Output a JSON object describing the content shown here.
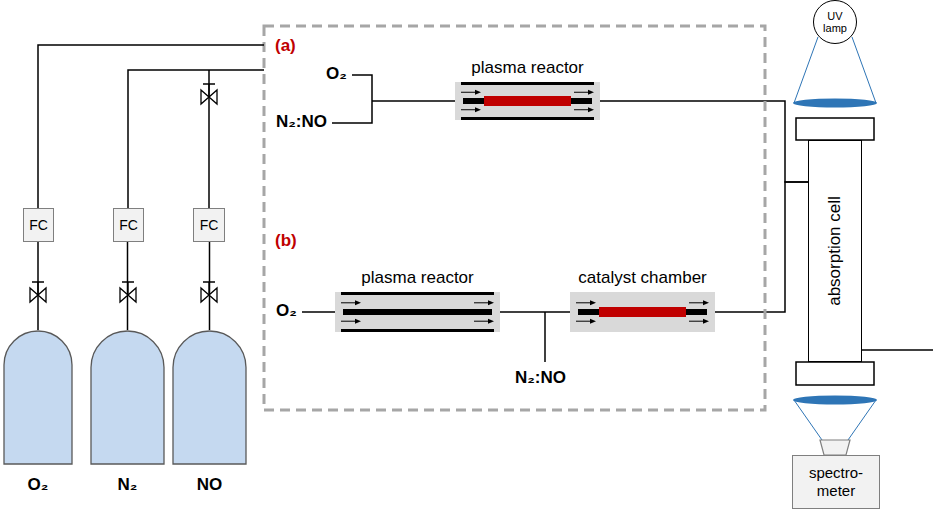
{
  "diagram": {
    "nodes": [
      {
        "text": [
          "FC"
        ]
      },
      {
        "text": [
          "FC"
        ]
      },
      {
        "text": [
          "FC"
        ]
      },
      {
        "text": [
          "O₂"
        ]
      },
      {
        "text": [
          "N₂"
        ]
      },
      {
        "text": [
          "NO"
        ]
      },
      {
        "text": [
          "plasma reactor"
        ]
      },
      {
        "text": [
          "plasma reactor"
        ]
      },
      {
        "text": [
          "catalyst chamber"
        ]
      },
      {
        "text": [
          "UV lamp"
        ]
      },
      {
        "text": [
          "absorption cell"
        ]
      },
      {
        "text": [
          "spectro-meter"
        ]
      }
    ],
    "edges": [
      {
        "from": 3,
        "to": 0,
        "arrow": "none"
      },
      {
        "from": 4,
        "to": 1,
        "arrow": "none"
      },
      {
        "from": 5,
        "to": 2,
        "arrow": "none"
      },
      {
        "from": 7,
        "to": 8,
        "arrow": "none"
      },
      {
        "from": 6,
        "to": 10,
        "arrow": "none"
      },
      {
        "from": 8,
        "to": 10,
        "arrow": "none"
      }
    ],
    "labels": [
      "(a)",
      "O₂",
      "N₂:NO",
      "(b)",
      "O₂",
      "N₂:NO"
    ]
  }
}
